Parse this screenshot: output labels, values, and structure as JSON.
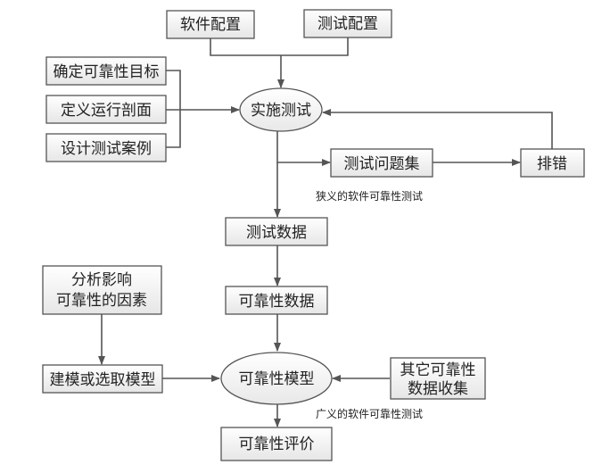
{
  "diagram": {
    "nodes": {
      "software_config": "软件配置",
      "test_config": "测试配置",
      "reliability_goal": "确定可靠性目标",
      "operational_profile": "定义运行剖面",
      "test_cases": "设计测试案例",
      "run_tests": "实施测试",
      "test_issues": "测试问题集",
      "debugging": "排错",
      "test_data": "测试数据",
      "reliability_data": "可靠性数据",
      "analyze_factors_line1": "分析影响",
      "analyze_factors_line2": "可靠性的因素",
      "build_model": "建模或选取模型",
      "reliability_model": "可靠性模型",
      "other_data_line1": "其它可靠性",
      "other_data_line2": "数据收集",
      "reliability_eval": "可靠性评价"
    },
    "annotations": {
      "narrow_scope": "狭义的软件可靠性测试",
      "broad_scope": "广义的软件可靠性测试"
    }
  }
}
